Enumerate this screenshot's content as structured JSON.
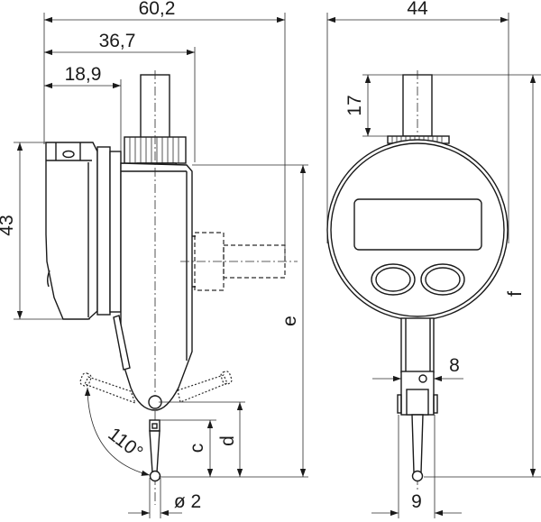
{
  "drawing": {
    "title": "Digital dial test indicator – dimension drawing",
    "views": [
      "side-view",
      "front-view"
    ],
    "line_color": "#1a1a1a",
    "background": "#ffffff"
  },
  "side_view": {
    "dim_overall_width": "60,2",
    "dim_stem_offset": "36,7",
    "dim_back_offset": "18,9",
    "dim_body_height": "43",
    "dim_e": "e",
    "dim_c": "c",
    "dim_d": "d",
    "dim_tip_diameter": "ø 2",
    "dim_swivel_angle": "110°"
  },
  "front_view": {
    "dim_dial_width": "44",
    "dim_stem_length": "17",
    "dim_f": "f",
    "dim_neck_width": "8",
    "dim_stylus_width": "9"
  }
}
